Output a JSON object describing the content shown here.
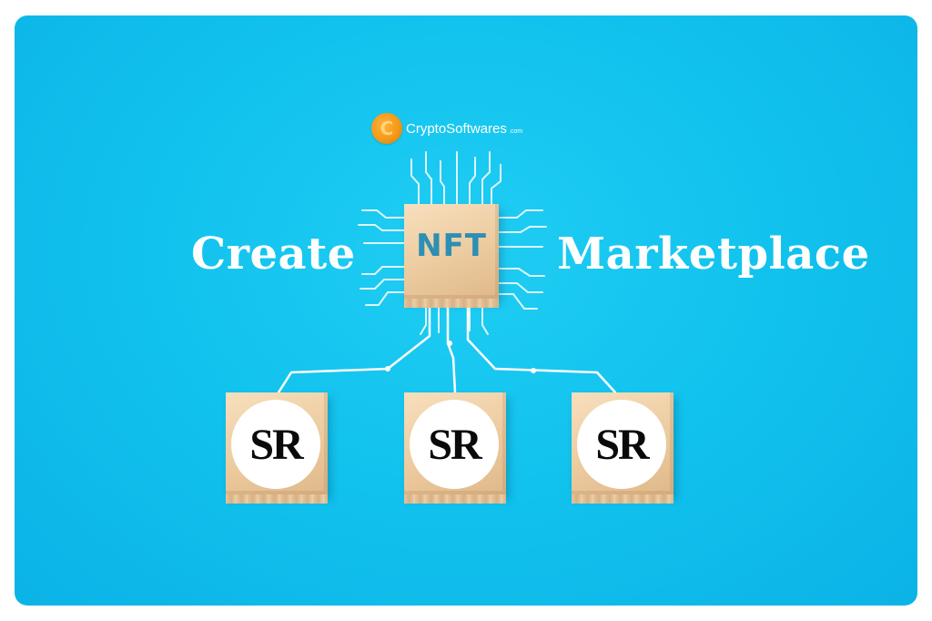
{
  "headline": {
    "left_word": "Create",
    "right_word": "Marketplace"
  },
  "brand": {
    "name": "CryptoSoftwares",
    "tld": ".com",
    "icon": "crypto-coin-icon",
    "icon_glyph": "C",
    "color": "#f39a1a"
  },
  "center_cube": {
    "label": "NFT",
    "label_color": "#2d8fb3"
  },
  "sr_cubes": [
    {
      "label": "SR"
    },
    {
      "label": "SR"
    },
    {
      "label": "SR"
    }
  ],
  "colors": {
    "background": "#12c3ee",
    "circuit_lines": "#ffffff",
    "wood": "#eccb9f"
  }
}
